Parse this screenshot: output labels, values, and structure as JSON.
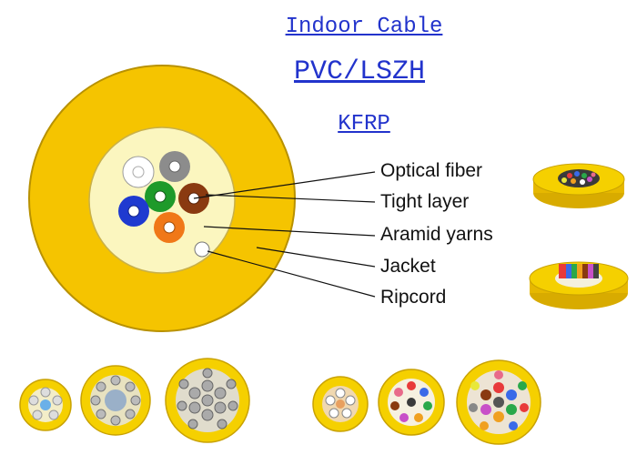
{
  "titles": {
    "line1": "Indoor Cable",
    "line2": "PVC/LSZH",
    "line3": "KFRP"
  },
  "callouts": [
    "Optical fiber",
    "Tight layer",
    "Aramid yarns",
    "Jacket",
    "Ripcord"
  ],
  "colors": {
    "title_text": "#2233cc",
    "jacket": "#f5c400",
    "jacket_edge": "#b89100",
    "aramid_core": "#fbf6bf",
    "fiber_white": "#ffffff",
    "fiber_gray": "#8c8c8c",
    "fiber_green": "#1e9a2a",
    "fiber_brown": "#8a3a10",
    "fiber_blue": "#1f3ad0",
    "fiber_orange": "#f07818"
  }
}
